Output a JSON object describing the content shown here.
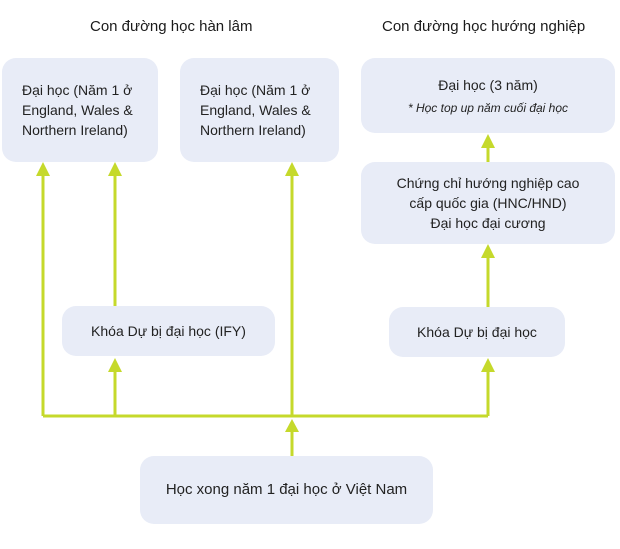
{
  "headings": {
    "academic": "Con đường học hàn lâm",
    "vocational": "Con đường học hướng nghiệp"
  },
  "boxes": {
    "uni_left_1": [
      "Đại học (Năm 1 ở",
      "England, Wales &",
      "Northern Ireland)"
    ],
    "uni_left_2": [
      "Đại học (Năm 1 ở",
      "England, Wales &",
      "Northern Ireland)"
    ],
    "uni_right": {
      "title": "Đại học (3 năm)",
      "note": "* Học top up năm cuối đại học"
    },
    "hnd": [
      "Chứng chỉ hướng nghiệp cao",
      "cấp quốc gia (HNC/HND)",
      "Đại học đại cương"
    ],
    "ify": "Khóa Dự bị đại học (IFY)",
    "foundation": "Khóa Dự bị đại học",
    "start": "Học xong năm 1 đại học ở Việt Nam"
  },
  "colors": {
    "connector": "#c5d92b",
    "box_fill": "#e8ecf7"
  }
}
